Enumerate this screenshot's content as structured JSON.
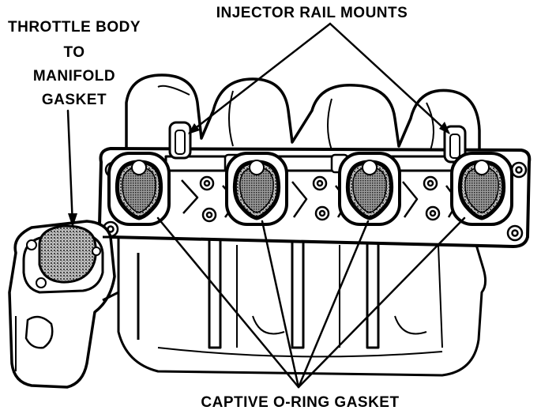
{
  "labels": {
    "throttle_line1": "THROTTLE BODY",
    "throttle_line2": "TO",
    "throttle_line3": "MANIFOLD",
    "throttle_line4": "GASKET",
    "injector_rail_mounts": "INJECTOR RAIL MOUNTS",
    "captive_oring_gasket": "CAPTIVE O-RING GASKET"
  },
  "colors": {
    "ink": "#000000",
    "paper": "#ffffff",
    "gasket_fill": "#8a8a8a"
  }
}
